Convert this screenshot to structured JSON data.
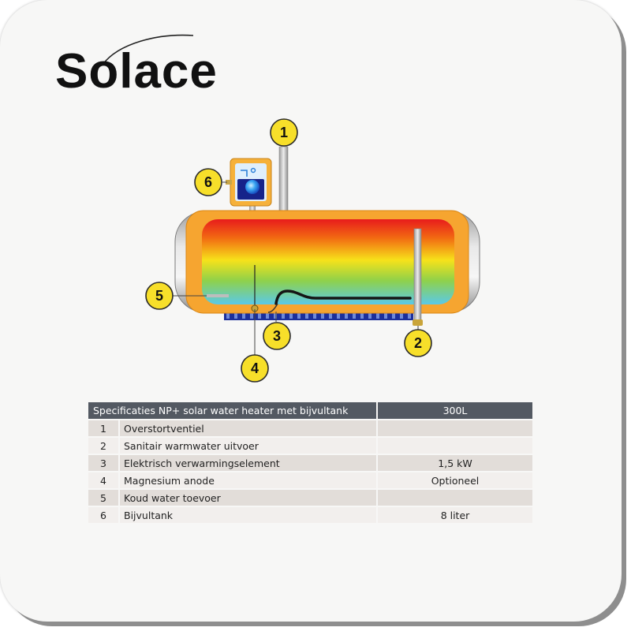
{
  "brand": {
    "name": "Solace"
  },
  "callouts": [
    "1",
    "2",
    "3",
    "4",
    "5",
    "6"
  ],
  "table": {
    "header_label": "Specificaties NP+ solar water heater met bijvultank",
    "header_value": "300L",
    "rows": [
      {
        "num": "1",
        "label": "Overstortventiel",
        "value": ""
      },
      {
        "num": "2",
        "label": "Sanitair warmwater uitvoer",
        "value": ""
      },
      {
        "num": "3",
        "label": "Elektrisch verwarmingselement",
        "value": "1,5 kW"
      },
      {
        "num": "4",
        "label": "Magnesium anode",
        "value": "Optioneel"
      },
      {
        "num": "5",
        "label": "Koud water toevoer",
        "value": ""
      },
      {
        "num": "6",
        "label": "Bijvultank",
        "value": "8 liter"
      }
    ]
  },
  "colors": {
    "callout_fill": "#f7df2a",
    "header_bg": "#535962",
    "row_odd": "#e2ddd9",
    "row_even": "#f2efed"
  }
}
